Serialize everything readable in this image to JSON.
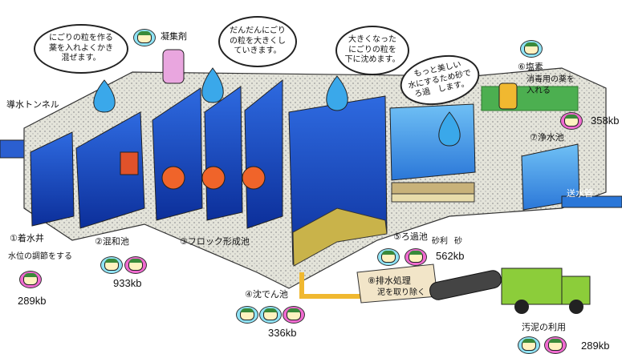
{
  "bubbles": {
    "mixing": [
      "にごりの粒を作る",
      "薬を入れよくかき",
      "混ぜます。"
    ],
    "flocculation": [
      "だんだんにごり",
      "の粒を大きくし",
      "ていきます。"
    ],
    "sedimentation": [
      "大きくなった",
      "にごりの粒を",
      "下に沈めます。"
    ],
    "filtration": [
      "もっと美しい",
      "水にするため砂で",
      "ろ過　します。"
    ]
  },
  "labels": {
    "tunnel": "導水トンネル",
    "coagulant": "凝集剤",
    "intake_well": "①着水井",
    "intake_well_desc": "水位の調節をする",
    "mixing_pond": "②混和池",
    "floc_pond": "③フロック形成池",
    "sedimentation_pond": "④沈でん池",
    "filter_pond": "⑤ろ過池",
    "gravel": "砂利",
    "sand": "砂",
    "chlorine": "⑥塩素",
    "chlorine_desc1": "消毒用の薬を",
    "chlorine_desc2": "入れる",
    "clear_pond": "⑦浄水池",
    "supply_pipe": "送水管",
    "drainage": "⑧排水処理",
    "drainage_desc": "泥を取り除く",
    "sludge": "汚泥の利用"
  },
  "sizes": {
    "intake_well": "289kb",
    "mixing_pond": "933kb",
    "sedimentation_pond": "336kb",
    "filter_pond": "562kb",
    "chlorine": "358kb",
    "sludge": "289kb"
  },
  "colors": {
    "water": "#1f55c8",
    "concrete": "#d8d8cc",
    "pipe": "#f0b830",
    "grass": "#4caf50",
    "truck": "#8ccd3a",
    "button_cyan": "#8fe3f5",
    "button_pink": "#f06ad0"
  }
}
